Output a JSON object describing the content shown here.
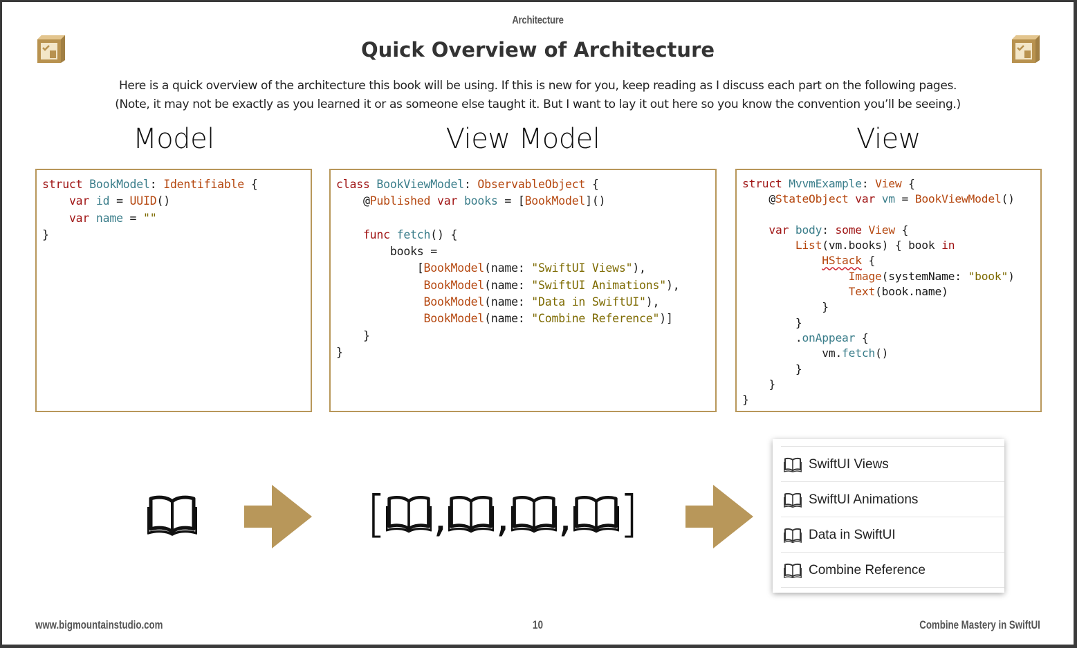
{
  "header": {
    "section_label": "Architecture",
    "title": "Quick Overview of Architecture",
    "logo_icon": "book-logo-icon"
  },
  "intro": {
    "line1": "Here is a quick overview of the architecture this book will be using. If this is new for you, keep reading as I discuss each part on the following pages.",
    "line2": "(Note, it may not be exactly as you learned it or as someone else taught it. But I want to lay it out here so you know the convention you’ll be seeing.)"
  },
  "columns": {
    "model": "Model",
    "view_model": "View Model",
    "view": "View"
  },
  "code": {
    "model": {
      "struct_kw": "struct",
      "name": "BookModel",
      "colon": ":",
      "protocol": "Identifiable",
      "open": " {",
      "var1_kw": "var",
      "var1_name": "id",
      "var1_eq": " = ",
      "var1_val": "UUID",
      "var1_paren": "()",
      "var2_kw": "var",
      "var2_name": "name",
      "var2_eq": " = ",
      "var2_val": "\"\"",
      "close": "}"
    },
    "view_model": {
      "class_kw": "class",
      "name": "BookViewModel",
      "colon": ":",
      "protocol": "ObservableObject",
      "open": " {",
      "at": "@",
      "published": "Published",
      "var_kw": "var",
      "books": "books",
      "eq": " = [",
      "model_type": "BookModel",
      "init": "]()",
      "func_kw": "func",
      "fetch": "fetch",
      "fetch_rest": "() {",
      "books_assign": "books =",
      "items": [
        {
          "prefix": "[",
          "type": "BookModel",
          "arg": "(name: ",
          "value": "\"SwiftUI Views\"",
          "suffix": "),"
        },
        {
          "prefix": " ",
          "type": "BookModel",
          "arg": "(name: ",
          "value": "\"SwiftUI Animations\"",
          "suffix": "),"
        },
        {
          "prefix": " ",
          "type": "BookModel",
          "arg": "(name: ",
          "value": "\"Data in SwiftUI\"",
          "suffix": "),"
        },
        {
          "prefix": " ",
          "type": "BookModel",
          "arg": "(name: ",
          "value": "\"Combine Reference\"",
          "suffix": ")]"
        }
      ],
      "close_inner": "}",
      "close": "}"
    },
    "view": {
      "struct_kw": "struct",
      "name": "MvvmExample",
      "colon": ":",
      "protocol": "View",
      "open": " {",
      "at": "@",
      "state_object": "StateObject",
      "var_kw": "var",
      "vm": "vm",
      "eq": " = ",
      "vm_type": "BookViewModel",
      "vm_init": "()",
      "body_var": "var",
      "body": "body",
      "body_colon": ": ",
      "some": "some",
      "body_type": "View",
      "body_open": " {",
      "list": "List",
      "list_args": "(vm.books) { book ",
      "in_kw": "in",
      "hstack": "HStack",
      "hstack_open": " {",
      "image": "Image",
      "image_args": "(systemName: ",
      "image_value": "\"book\"",
      "image_close": ")",
      "text": "Text",
      "text_args": "(book.name)",
      "close_hstack": "}",
      "close_list": "}",
      "dot": ".",
      "on_appear": "onAppear",
      "on_appear_open": " {",
      "vm_call": "vm.",
      "fetch": "fetch",
      "fetch_paren": "()",
      "close_on_appear": "}",
      "close_body": "}",
      "close": "}"
    }
  },
  "diagram": {
    "model_icon": "book-icon",
    "arrow_icon": "arrow-right-icon",
    "array_open": "[",
    "array_close": "]",
    "array_separator": ",",
    "array_count": 4,
    "accent_color": "#b8975a"
  },
  "list_preview": {
    "rows": [
      {
        "icon": "book-icon",
        "label": "SwiftUI Views"
      },
      {
        "icon": "book-icon",
        "label": "SwiftUI Animations"
      },
      {
        "icon": "book-icon",
        "label": "Data in SwiftUI"
      },
      {
        "icon": "book-icon",
        "label": "Combine Reference"
      }
    ]
  },
  "footer": {
    "website": "www.bigmountainstudio.com",
    "page_number": "10",
    "book_title": "Combine Mastery in SwiftUI"
  }
}
